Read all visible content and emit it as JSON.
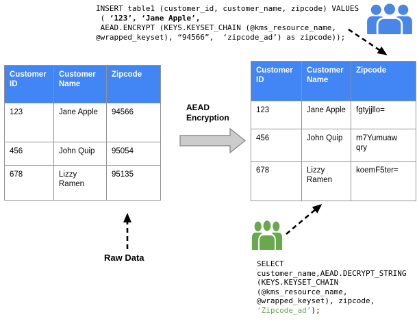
{
  "colors": {
    "header_blue": "#4285f4",
    "icon_blue": "#4a86e8",
    "icon_green": "#6aa84f",
    "code_green": "#6aa84f",
    "block_arrow_gray": "#cccccc",
    "table_border_gray": "#919191"
  },
  "insert_query": {
    "line1": "INSERT table1 (customer_id, customer_name, zipcode) VALUES",
    "line2_prefix": " ( ",
    "line2_bold": "‘123’, ‘Jane Apple’,",
    "line3": " AEAD.ENCRYPT (KEYS.KEYSET_CHAIN (@kms_resource_name,",
    "line4": "@wrapped_keyset), “94566”,  ‘zipcode_ad’) as zipcode));"
  },
  "select_query": {
    "line1": "SELECT",
    "line2": "customer_name,AEAD.DECRYPT_STRING",
    "line3": "(KEYS.KEYSET_CHAIN",
    "line4": "(@kms_resource_name,",
    "line5": "@wrapped_keyset), zipcode,",
    "line6_green": "‘Zipcode_ad’",
    "line6_tail": ");"
  },
  "raw_table": {
    "headers": [
      "Customer\nID",
      "Customer\nName",
      "Zipcode"
    ],
    "rows": [
      [
        "123",
        "Jane Apple",
        "94566"
      ],
      [
        "456",
        "John Quip",
        "95054"
      ],
      [
        "678",
        "Lizzy\nRamen",
        "95135"
      ]
    ]
  },
  "encrypted_table": {
    "headers": [
      "Customer\nID",
      "Customer\nName",
      "Zipcode"
    ],
    "rows": [
      [
        "123",
        "Jane Apple",
        "fgtyjjllo="
      ],
      [
        "456",
        "John Quip",
        "m7Yumuaw\nqry"
      ],
      [
        "678",
        "Lizzy\nRamen",
        "koemF5ter="
      ]
    ]
  },
  "labels": {
    "encryption_arrow": "AEAD\nEncryption",
    "raw_data": "Raw Data"
  },
  "icons": {
    "blue_users": "users-group-icon",
    "green_users": "users-group-icon"
  }
}
